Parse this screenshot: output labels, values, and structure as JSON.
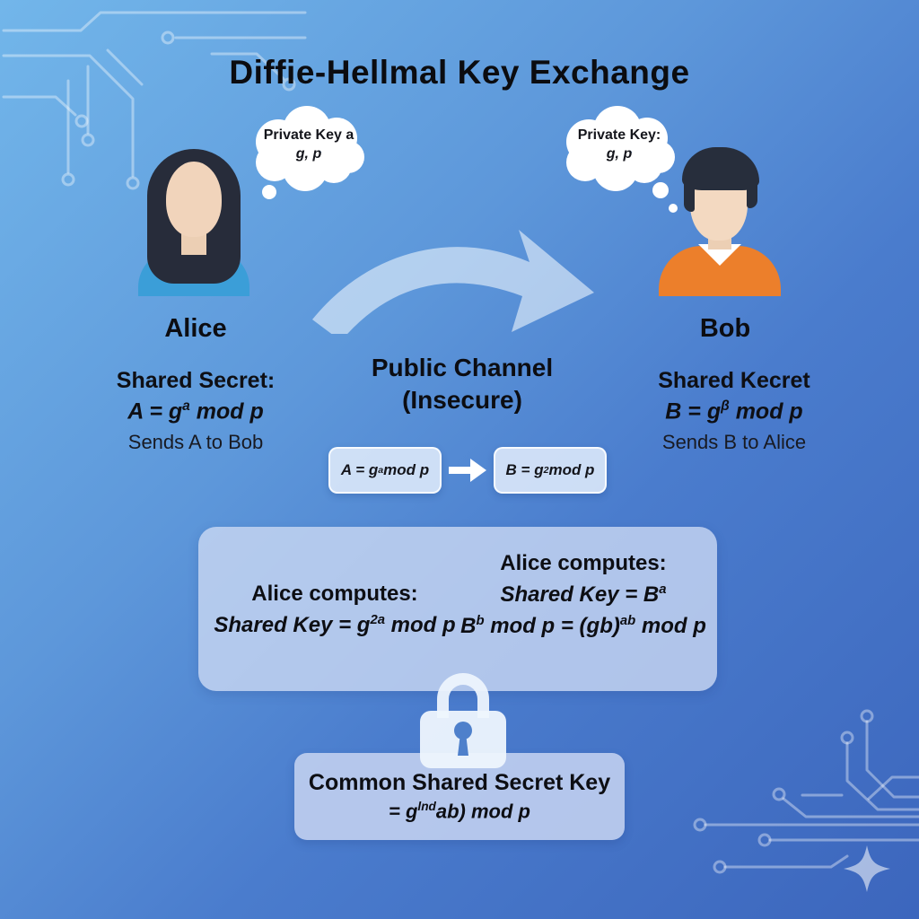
{
  "title": "Diffie-Hellmal Key Exchange",
  "alice": {
    "name": "Alice",
    "thought_line1": "Private Key a",
    "thought_line2": "g, p",
    "secret_label": "Shared Secret:",
    "formula": {
      "pre": "A = g",
      "sup": "a",
      "post": " mod p"
    },
    "sends": "Sends A to Bob"
  },
  "bob": {
    "name": "Bob",
    "thought_line1": "Private Key:",
    "thought_line2": "g, p",
    "secret_label": "Shared Kecret",
    "formula": {
      "pre": "B = g",
      "sup": "β",
      "post": " mod p"
    },
    "sends": "Sends B to Alice"
  },
  "channel": {
    "label_line1": "Public Channel",
    "label_line2": "(Insecure)",
    "box_a": {
      "pre": "A = g",
      "sup": "a",
      "post": " mod p"
    },
    "box_b": {
      "pre": "B = g",
      "sup": "2",
      "post": " mod p"
    }
  },
  "compute": {
    "left": {
      "heading": "Alice computes:",
      "formula": {
        "pre": "Shared Key = g",
        "sup": "2a",
        "post": " mod p"
      }
    },
    "right": {
      "heading": "Alice computes:",
      "line1": {
        "pre": "Shared Key = B",
        "sup": "a",
        "post": ""
      },
      "line2": {
        "pre": "B",
        "sup1": "b",
        "mid": " mod p = (gb)",
        "sup2": "ab",
        "post": " mod p"
      }
    }
  },
  "result": {
    "heading": "Common Shared Secret Key",
    "formula": {
      "pre": "= g",
      "sup": "lnd",
      "post": "ab) mod p"
    }
  },
  "icons": {
    "lock": "lock-icon",
    "thought_cloud": "thought-bubble",
    "big_arrow": "curved-arrow-right",
    "channel_arrow": "arrow-right",
    "circuit": "circuit-trace-decoration"
  },
  "colors": {
    "bg_top_left": "#72b6ea",
    "bg_bottom_right": "#3c66bd",
    "panel": "#cbd8f2",
    "alice_shirt": "#3b9ed8",
    "bob_sweater": "#ec7f2b",
    "hair": "#272c3a",
    "skin": "#f1d4bb",
    "keyhole_blue": "#4e80cb",
    "text": "#0d0e13"
  }
}
